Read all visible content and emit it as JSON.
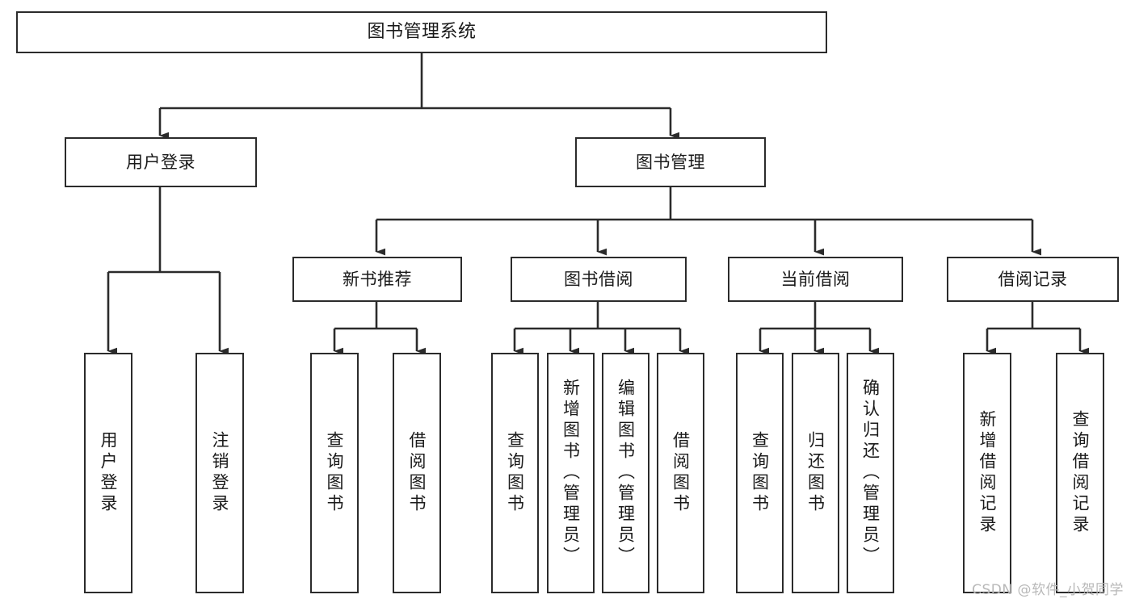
{
  "diagram": {
    "title": "图书管理系统",
    "type": "tree-hierarchy",
    "watermark": "CSDN @软件_小贺同学",
    "colors": {
      "stroke": "#2b2b2b",
      "fill": "#ffffff",
      "text": "#1a1a1a",
      "watermark": "#b8b8b8"
    },
    "nodes": {
      "root": {
        "label": "图书管理系统"
      },
      "level1": [
        {
          "id": "user-login",
          "label": "用户登录"
        },
        {
          "id": "book-manage",
          "label": "图书管理"
        }
      ],
      "level2": [
        {
          "id": "new-book-rec",
          "label": "新书推荐"
        },
        {
          "id": "book-borrow",
          "label": "图书借阅"
        },
        {
          "id": "current-borrow",
          "label": "当前借阅"
        },
        {
          "id": "borrow-record",
          "label": "借阅记录"
        }
      ],
      "leaves": {
        "user-login": [
          {
            "id": "leaf-user-login",
            "label": "用户登录"
          },
          {
            "id": "leaf-logout",
            "label": "注销登录"
          }
        ],
        "new-book-rec": [
          {
            "id": "leaf-query-book-1",
            "label": "查询图书"
          },
          {
            "id": "leaf-borrow-book-1",
            "label": "借阅图书"
          }
        ],
        "book-borrow": [
          {
            "id": "leaf-query-book-2",
            "label": "查询图书"
          },
          {
            "id": "leaf-add-book",
            "label": "新增图书（管理员）"
          },
          {
            "id": "leaf-edit-book",
            "label": "编辑图书（管理员）"
          },
          {
            "id": "leaf-borrow-book-2",
            "label": "借阅图书"
          }
        ],
        "current-borrow": [
          {
            "id": "leaf-query-book-3",
            "label": "查询图书"
          },
          {
            "id": "leaf-return-book",
            "label": "归还图书"
          },
          {
            "id": "leaf-confirm-return",
            "label": "确认归还（管理员）"
          }
        ],
        "borrow-record": [
          {
            "id": "leaf-add-record",
            "label": "新增借阅记录"
          },
          {
            "id": "leaf-query-record",
            "label": "查询借阅记录"
          }
        ]
      }
    }
  }
}
